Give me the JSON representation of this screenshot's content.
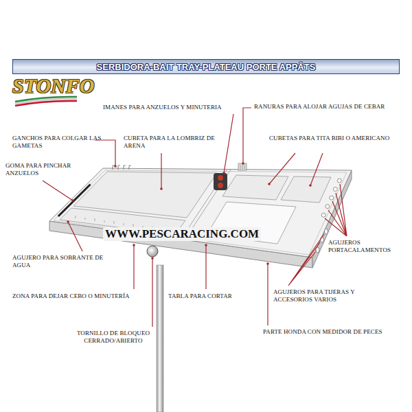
{
  "diagram": {
    "title": "SERBIDORA-BAIT TRAY-PLATEAU PORTE APPÂTS",
    "labels": [
      "STONFO",
      "IMANES PARA ANZUELOS Y MINUTERIA",
      "RANURAS PARA ALOJAR AGUJAS DE CEBAR",
      "GANCHOS PARA COLGAR LAS GAMETAS",
      "CUBETA PARA LA LOMBRIZ DE ARENA",
      "CUBETAS PARA TITA BIBI O AMERICANO",
      "GOMA PARA PINCHAR ANZUELOS",
      "WWW.PESCARACING.COM",
      "AGUJEROS PORTACALAMENTOS",
      "AGUJERO PARA SOBRANTE DE AGUA",
      "ZONA PARA DEJAR CEBO O MINUTERÍA",
      "TABLA PARA CORTAR",
      "AGUJEROS PARA TIJERAS Y ACCESORIOS VARIOS",
      "TORNILLO DE BLOQUEO CERRADO/ABIERTO",
      "PARTE HONDA CON MEDIDOR DE PECES"
    ]
  }
}
